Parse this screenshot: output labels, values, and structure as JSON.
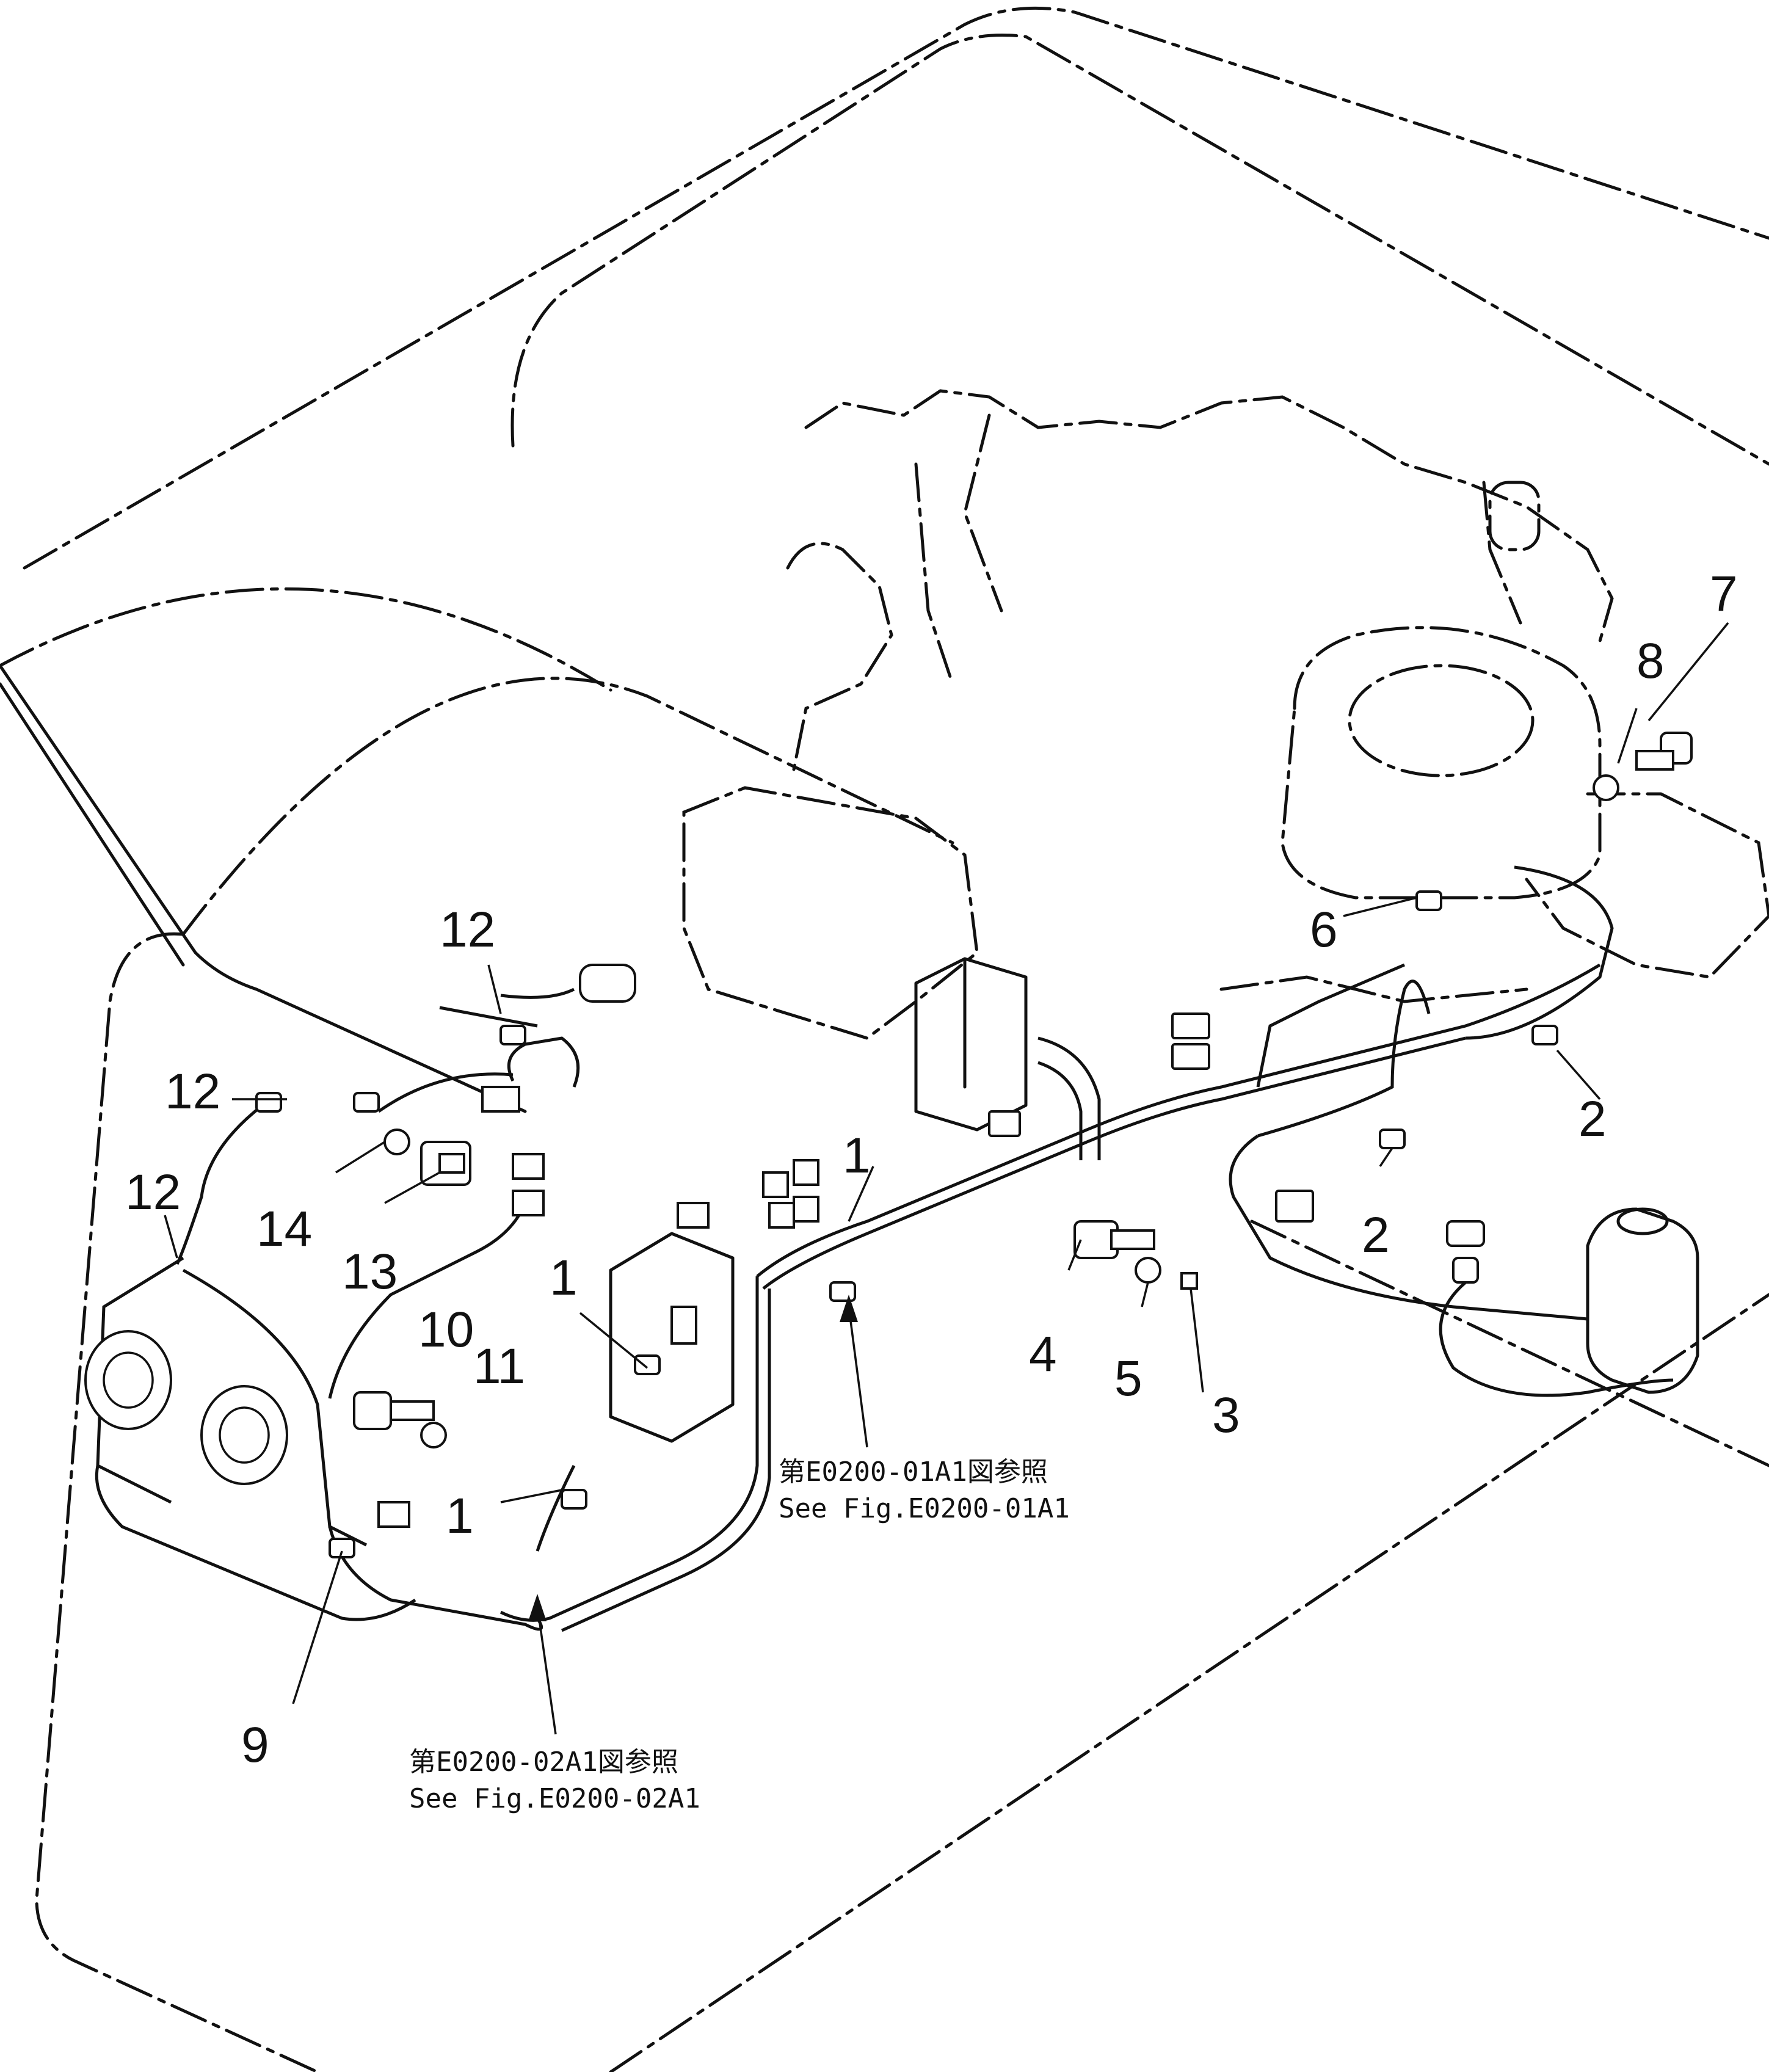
{
  "callouts": {
    "c1a": "1",
    "c1b": "1",
    "c1c": "1",
    "c2a": "2",
    "c2b": "2",
    "c3": "3",
    "c4": "4",
    "c5": "5",
    "c6": "6",
    "c7": "7",
    "c8": "8",
    "c9": "9",
    "c10": "10",
    "c11": "11",
    "c12a": "12",
    "c12b": "12",
    "c12c": "12",
    "c13": "13",
    "c14": "14"
  },
  "references": {
    "ref1_jp": "第E0200-01A1図参照",
    "ref1_en": "See Fig.E0200-01A1",
    "ref2_jp": "第E0200-02A1図参照",
    "ref2_en": "See Fig.E0200-02A1"
  }
}
